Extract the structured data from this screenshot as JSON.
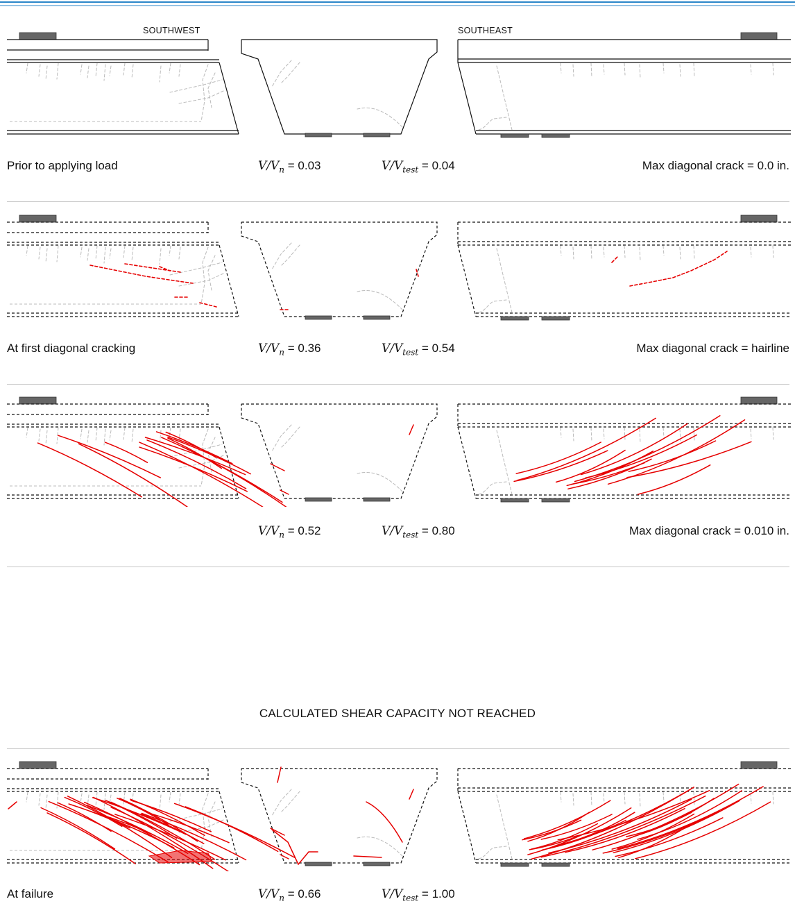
{
  "labels": {
    "southwest": "SOUTHWEST",
    "southeast": "SOUTHEAST"
  },
  "stages": [
    {
      "label": "Prior to applying load",
      "vn_var": "V/V",
      "vn_sub": "n",
      "vn_value": "= 0.03",
      "vt_var": "V/V",
      "vt_sub": "test",
      "vt_value": "= 0.04",
      "max_crack": "Max diagonal crack = 0.0 in."
    },
    {
      "label": "At first diagonal cracking",
      "vn_var": "V/V",
      "vn_sub": "n",
      "vn_value": "= 0.36",
      "vt_var": "V/V",
      "vt_sub": "test",
      "vt_value": "= 0.54",
      "max_crack": "Max diagonal crack = hairline"
    },
    {
      "label": "",
      "vn_var": "V/V",
      "vn_sub": "n",
      "vn_value": "= 0.52",
      "vt_var": "V/V",
      "vt_sub": "test",
      "vt_value": "= 0.80",
      "max_crack": "Max diagonal crack = 0.010 in."
    },
    {
      "label": "At failure",
      "vn_var": "V/V",
      "vn_sub": "n",
      "vn_value": "= 0.66",
      "vt_var": "V/V",
      "vt_sub": "test",
      "vt_value": "= 1.00",
      "max_crack": ""
    }
  ],
  "note": "CALCULATED SHEAR CAPACITY NOT REACHED",
  "colors": {
    "crack": "#e60000",
    "old_crack": "#bbbbbb",
    "outline": "#111111",
    "bearing": "#666666",
    "accent": "#2a86c8"
  }
}
